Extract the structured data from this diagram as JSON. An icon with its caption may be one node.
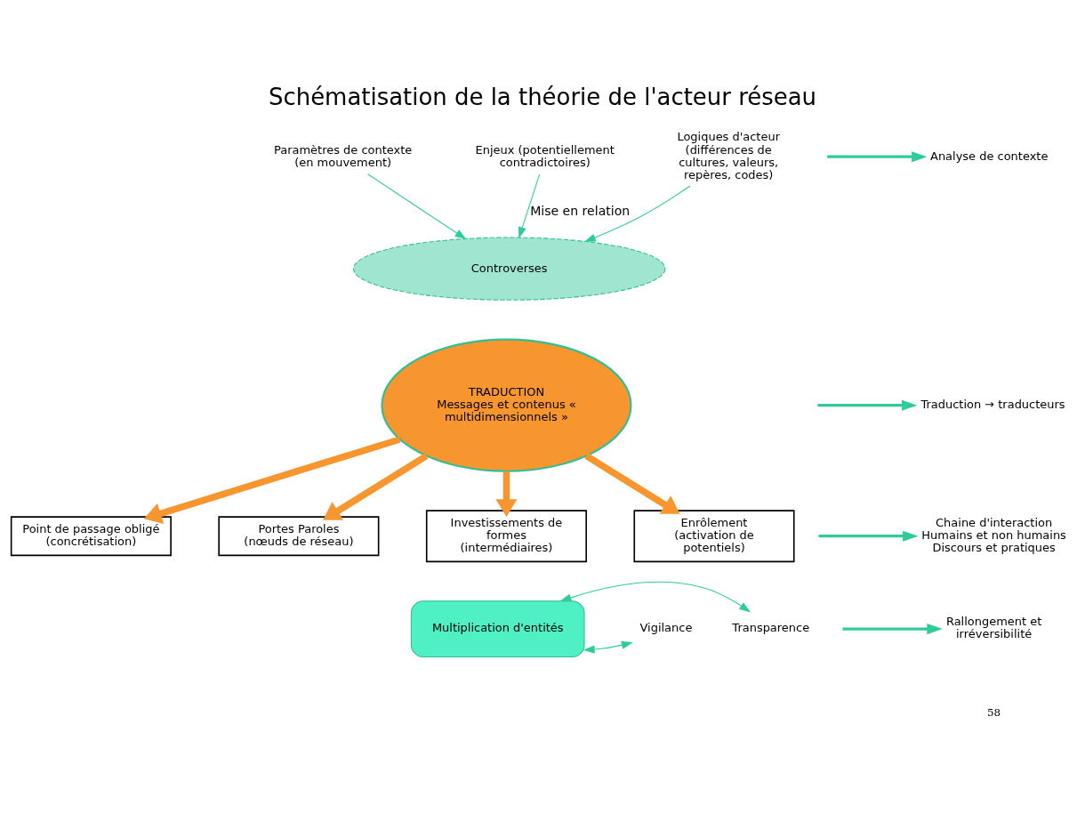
{
  "diagram": {
    "title": "Schématisation de la théorie de l'acteur réseau",
    "nodes": [
      {
        "text": [
          "Paramètres de contexte (en mouvement)"
        ]
      },
      {
        "text": [
          "Enjeux (potentiellement contradictoires)"
        ]
      },
      {
        "text": [
          "Logiques d'acteur (différences de cultures, valeurs, repères, codes)"
        ]
      },
      {
        "text": [
          "Controverses"
        ]
      },
      {
        "text": [
          "TRADUCTION",
          "Messages et contenus « multidimensionnels »"
        ]
      },
      {
        "text": [
          "Point de passage obligé",
          "(concrétisation)"
        ]
      },
      {
        "text": [
          "Portes Paroles",
          "(nœuds de réseau)"
        ]
      },
      {
        "text": [
          "Investissements de formes",
          "(intermédiaires)"
        ]
      },
      {
        "text": [
          "Enrôlement",
          "(activation de potentiels)"
        ]
      },
      {
        "text": [
          "Vigilance"
        ]
      },
      {
        "text": [
          "Multiplication d'entités"
        ]
      },
      {
        "text": [
          "Transparence"
        ]
      },
      {
        "text": [
          "Analyse de contexte"
        ]
      },
      {
        "text": [
          "Traduction → traducteurs"
        ]
      },
      {
        "text": [
          "Chaine d'interaction",
          "Humains et non humains",
          "Discours et pratiques"
        ]
      },
      {
        "text": [
          "Rallongement et irréversibilité"
        ]
      }
    ],
    "edges": [
      {
        "from": 0,
        "to": 3,
        "arrow": "to"
      },
      {
        "from": 1,
        "to": 3,
        "arrow": "to",
        "label": "Mise en relation"
      },
      {
        "from": 2,
        "to": 3,
        "arrow": "to"
      },
      {
        "from": 4,
        "to": 5,
        "arrow": "to",
        "style": "thick",
        "color": "#f7962f"
      },
      {
        "from": 4,
        "to": 6,
        "arrow": "to",
        "style": "thick",
        "color": "#f7962f"
      },
      {
        "from": 4,
        "to": 7,
        "arrow": "to",
        "style": "thick",
        "color": "#f7962f"
      },
      {
        "from": 4,
        "to": 8,
        "arrow": "to",
        "style": "thick",
        "color": "#f7962f"
      },
      {
        "from": 10,
        "to": 9,
        "arrow": "both"
      },
      {
        "from": 10,
        "to": 11,
        "arrow": "both"
      },
      {
        "from": null,
        "to": 12,
        "arrow": "to"
      },
      {
        "from": null,
        "to": 13,
        "arrow": "to"
      },
      {
        "from": null,
        "to": 14,
        "arrow": "to"
      },
      {
        "from": null,
        "to": 15,
        "arrow": "to"
      }
    ],
    "labels": [
      "58"
    ]
  }
}
